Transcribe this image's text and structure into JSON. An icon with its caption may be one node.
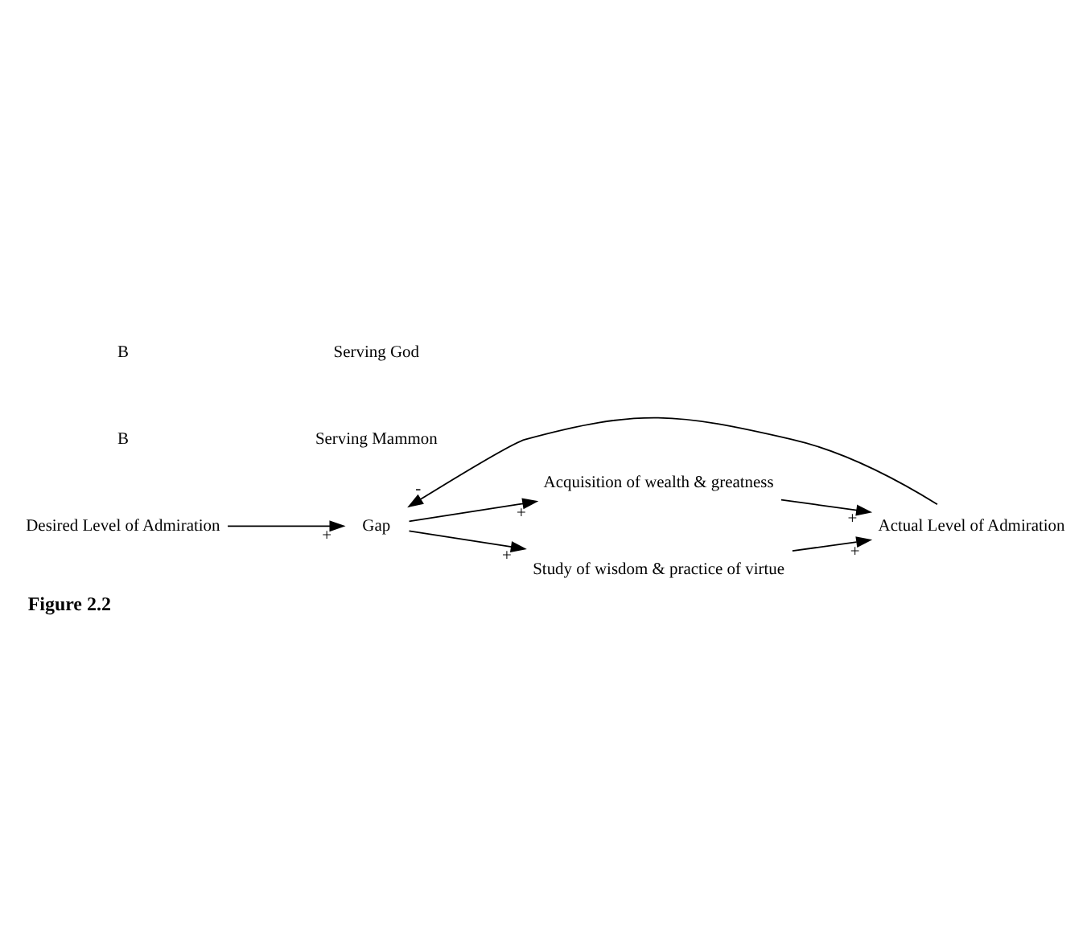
{
  "diagram": {
    "caption": "Figure 2.2",
    "nodes": [
      {
        "text": [
          "Acquisition of wealth & greatness"
        ]
      },
      {
        "text": [
          "Actual Level of Admiration"
        ]
      },
      {
        "text": [
          "Gap"
        ]
      },
      {
        "text": [
          "Desired Level of Admiration"
        ]
      },
      {
        "text": [
          "Study of wisdom & practice of virtue"
        ]
      }
    ],
    "edges": [
      {
        "from": 2,
        "to": 0,
        "arrow": "to",
        "label": "+"
      },
      {
        "from": 0,
        "to": 1,
        "arrow": "to",
        "label": "+"
      },
      {
        "from": 1,
        "to": 2,
        "arrow": "to",
        "label": "-"
      },
      {
        "from": 3,
        "to": 2,
        "arrow": "to",
        "label": "+"
      },
      {
        "from": 2,
        "to": 4,
        "arrow": "to",
        "label": "+"
      },
      {
        "from": 4,
        "to": 1,
        "arrow": "to",
        "label": "+"
      }
    ],
    "labels": [
      "B",
      "Serving Mammon",
      "B",
      "Serving God"
    ]
  }
}
